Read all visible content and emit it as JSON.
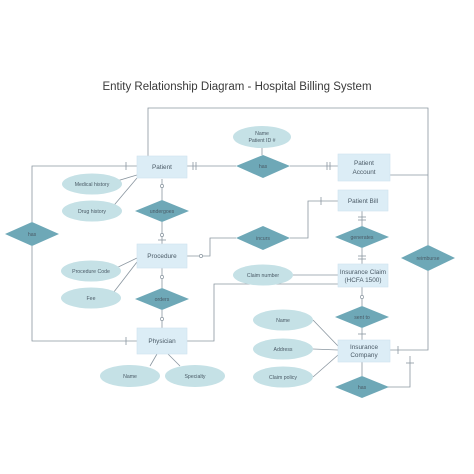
{
  "title": "Entity Relationship Diagram - Hospital Billing System",
  "entities": {
    "patient": "Patient",
    "patient_account": [
      "Patient",
      "Account"
    ],
    "procedure": "Procedure",
    "patient_bill": "Patient Bill",
    "insurance_claim": [
      "Insurance Claim",
      "(HCFA 1500)"
    ],
    "physician": "Physician",
    "insurance_company": [
      "Insurance",
      "Company"
    ]
  },
  "attributes": {
    "name_id": [
      "Name",
      "Patient ID #"
    ],
    "medical_history": "Medical history",
    "drug_history": "Drug history",
    "procedure_code": "Procedure Code",
    "fee": "Fee",
    "claim_number": "Claim number",
    "physician_name": "Name",
    "specialty": "Specialty",
    "company_name": "Name",
    "address": "Address",
    "claim_policy": "Claim policy"
  },
  "relationships": {
    "has_account": "has",
    "undergoes": "undergoes",
    "has_physician": "has",
    "incurs": "incurs",
    "generates": "generates",
    "orders": "orders",
    "reimburse": "reimburse",
    "sent_to": "sent to",
    "has_company": "has"
  },
  "colors": {
    "entity_fill": "#dcedf6",
    "attribute_fill": "#c5e1e6",
    "relationship_fill": "#6ea8b7",
    "line": "#8a96a0"
  }
}
